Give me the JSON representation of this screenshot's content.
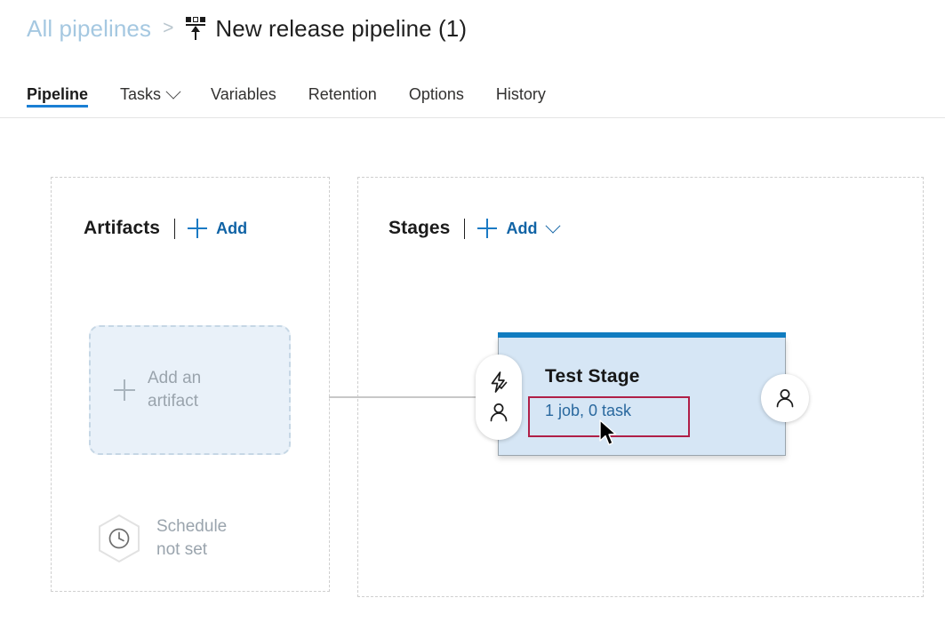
{
  "breadcrumb": {
    "root_label": "All pipelines",
    "separator": ">",
    "icon": "release-pipeline-icon",
    "title": "New release pipeline (1)"
  },
  "tabs": [
    {
      "label": "Pipeline",
      "active": true,
      "has_chevron": false
    },
    {
      "label": "Tasks",
      "active": false,
      "has_chevron": true
    },
    {
      "label": "Variables",
      "active": false,
      "has_chevron": false
    },
    {
      "label": "Retention",
      "active": false,
      "has_chevron": false
    },
    {
      "label": "Options",
      "active": false,
      "has_chevron": false
    },
    {
      "label": "History",
      "active": false,
      "has_chevron": false
    }
  ],
  "artifacts": {
    "title": "Artifacts",
    "add_label": "Add",
    "add_artifact": {
      "line1": "Add an",
      "line2": "artifact"
    },
    "schedule": {
      "line1": "Schedule",
      "line2": "not set",
      "icon": "clock-icon"
    }
  },
  "stages": {
    "title": "Stages",
    "add_label": "Add",
    "has_add_chevron": true,
    "cards": [
      {
        "name": "Test Stage",
        "jobs_tasks_label": "1 job, 0 task",
        "jobs": 1,
        "tasks": 0,
        "pre_deployment_icons": [
          "lightning-check-icon",
          "person-icon"
        ],
        "post_deployment_icons": [
          "person-icon"
        ],
        "highlighted": true
      }
    ]
  },
  "colors": {
    "accent_blue": "#107cc0",
    "link_blue": "#1063a5",
    "crumb_blue": "#a5c8e1",
    "card_fill": "#d6e6f5",
    "artifact_fill": "#e9f1f9",
    "highlight_red": "#b01f47",
    "muted_gray": "#9aa4ad"
  }
}
